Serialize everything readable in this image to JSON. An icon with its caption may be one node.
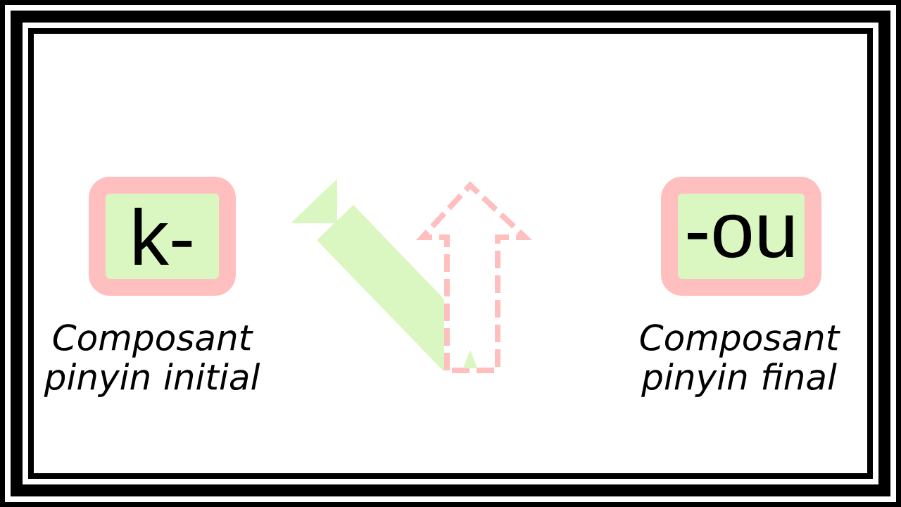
{
  "diagram": {
    "nodes": [
      {
        "text": [
          "k-"
        ],
        "beside": [
          "Composant pinyin initial"
        ]
      },
      {
        "text": [
          "-ou"
        ],
        "beside": [
          "Composant pinyin final"
        ]
      }
    ]
  }
}
